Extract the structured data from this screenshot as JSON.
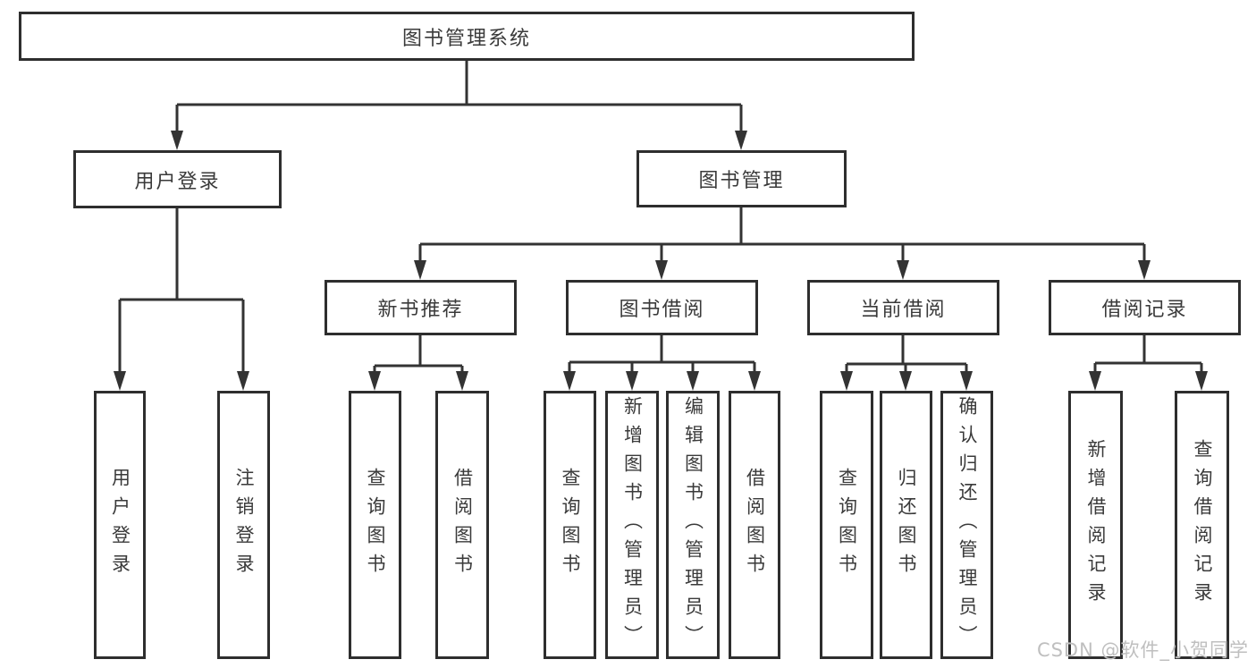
{
  "colors": {
    "line": "#333333",
    "box_border": "#2e2e2e",
    "text": "#3a3a3a",
    "watermark": "#bfbfbf",
    "background": "#ffffff"
  },
  "watermark": {
    "text": "CSDN @软件_小贺同学"
  },
  "tree": {
    "root": {
      "label": "图书管理系统"
    },
    "branches": [
      {
        "label": "用户登录",
        "children": [
          {
            "label": "用户登录"
          },
          {
            "label": "注销登录"
          }
        ]
      },
      {
        "label": "图书管理",
        "children": [
          {
            "label": "新书推荐",
            "children": [
              {
                "label": "查询图书"
              },
              {
                "label": "借阅图书"
              }
            ]
          },
          {
            "label": "图书借阅",
            "children": [
              {
                "label": "查询图书"
              },
              {
                "label": "新增图书（管理员）"
              },
              {
                "label": "编辑图书（管理员）"
              },
              {
                "label": "借阅图书"
              }
            ]
          },
          {
            "label": "当前借阅",
            "children": [
              {
                "label": "查询图书"
              },
              {
                "label": "归还图书"
              },
              {
                "label": "确认归还（管理员）"
              }
            ]
          },
          {
            "label": "借阅记录",
            "children": [
              {
                "label": "新增借阅记录"
              },
              {
                "label": "查询借阅记录"
              }
            ]
          }
        ]
      }
    ]
  }
}
